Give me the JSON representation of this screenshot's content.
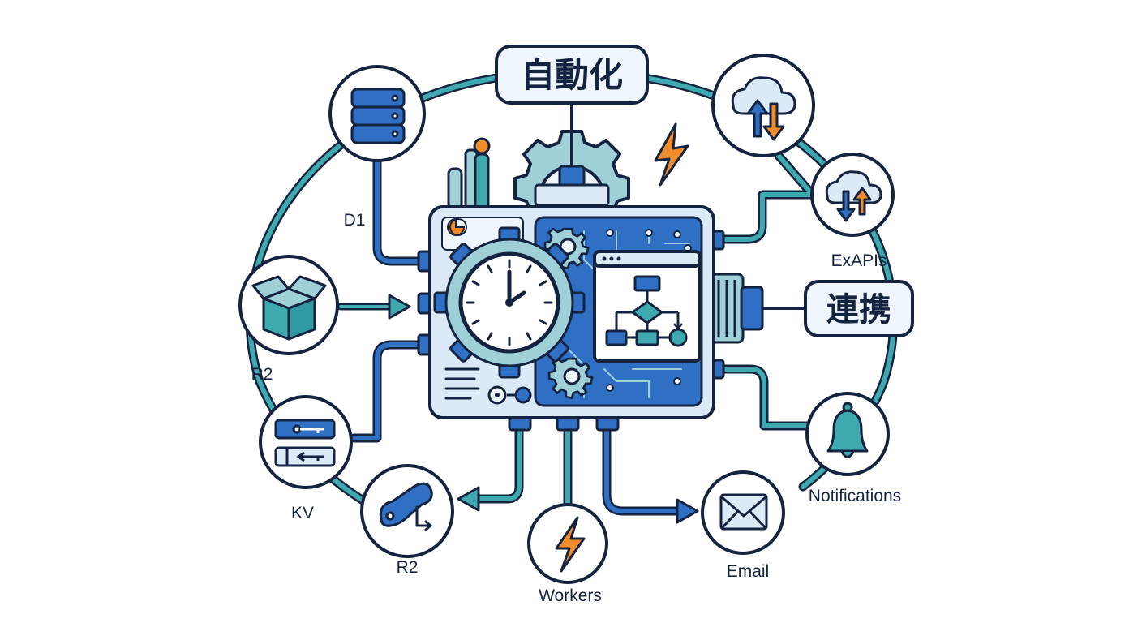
{
  "tags": {
    "automation": "自動化",
    "integration": "連携"
  },
  "labels": {
    "d1": "D1",
    "r2_top": "R2",
    "kv": "KV",
    "r2_bottom": "R2",
    "workers": "Workers",
    "email": "Email",
    "notifications": "Notifications",
    "exapis": "ExAPIs"
  },
  "icons": {
    "d1": "database-icon",
    "r2_top": "storage-box-icon",
    "kv": "key-value-icon",
    "r2_bottom": "key-link-icon",
    "workers": "lightning-bolt-icon",
    "email": "envelope-icon",
    "notifications": "bell-icon",
    "api_top": "cloud-sync-icon",
    "api_mid": "cloud-sync-icon",
    "clock": "clock-icon",
    "flowchart": "flowchart-icon"
  },
  "colors": {
    "outline": "#14233f",
    "primary_blue": "#2f6fc4",
    "teal": "#3fa9b0",
    "light_blue": "#dceaf7",
    "orange": "#f08c2a"
  }
}
